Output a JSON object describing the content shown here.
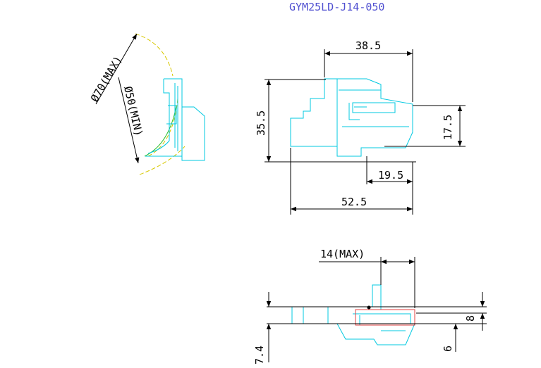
{
  "drawing": {
    "title": "GYM25LD-J14-050",
    "side_view": {
      "dim_max_diameter": "Ø70(MAX)",
      "dim_min_diameter": "Ø50(MIN)"
    },
    "front_view": {
      "dim_top_width": "38.5",
      "dim_height": "35.5",
      "dim_right_height": "17.5",
      "dim_lower_width": "19.5",
      "dim_total_width": "52.5"
    },
    "bottom_view": {
      "dim_clearance": "14(MAX)",
      "dim_right_top": "8",
      "dim_right_bottom": "6",
      "dim_left_height": "7.4"
    }
  },
  "colors": {
    "part_outline": "#00c8e0",
    "dimension_lines": "#000000",
    "title_text": "#5050d0",
    "roll_arc": "#d8c800",
    "guide_arc": "#30c030",
    "section_outline": "#e04040"
  }
}
